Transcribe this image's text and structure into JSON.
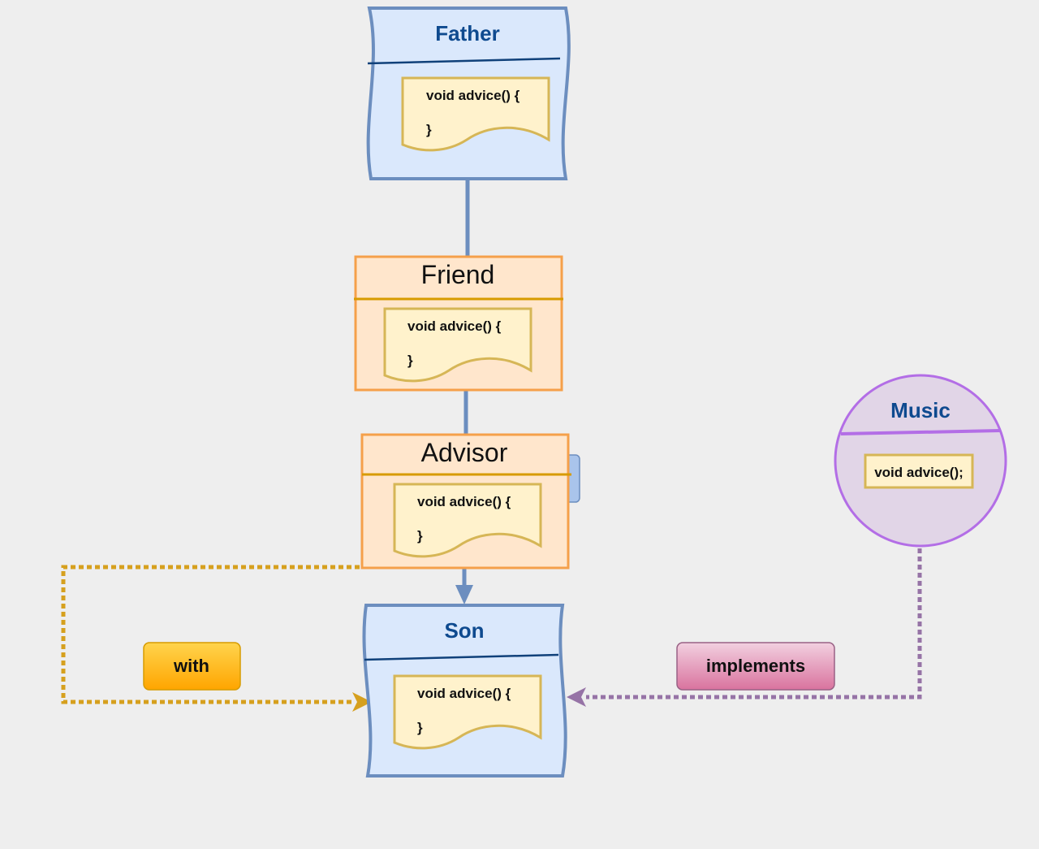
{
  "nodes": {
    "father": {
      "title": "Father",
      "code_open": "void advice() {",
      "code_close": "}"
    },
    "friend": {
      "title": "Friend",
      "code_open": "void advice() {",
      "code_close": "}"
    },
    "advisor": {
      "title": "Advisor",
      "code_open": "void advice() {",
      "code_close": "}"
    },
    "son": {
      "title": "Son",
      "code_open": "void advice() {",
      "code_close": "}"
    },
    "music": {
      "title": "Music",
      "code": "void advice();"
    }
  },
  "edge_labels": {
    "with": "with",
    "implements": "implements"
  },
  "colors": {
    "background": "#eeeeee",
    "blue_fill": "#dae8fc",
    "blue_stroke": "#6c8ebf",
    "orange_fill": "#ffe6cc",
    "orange_stroke": "#f5a04a",
    "note_fill": "#fff2cc",
    "note_stroke": "#d6b656",
    "purple_fill": "#e1d5e7",
    "purple_stroke": "#b36ee6",
    "with_edge": "#d6a01e",
    "implements_edge": "#9673a6"
  }
}
